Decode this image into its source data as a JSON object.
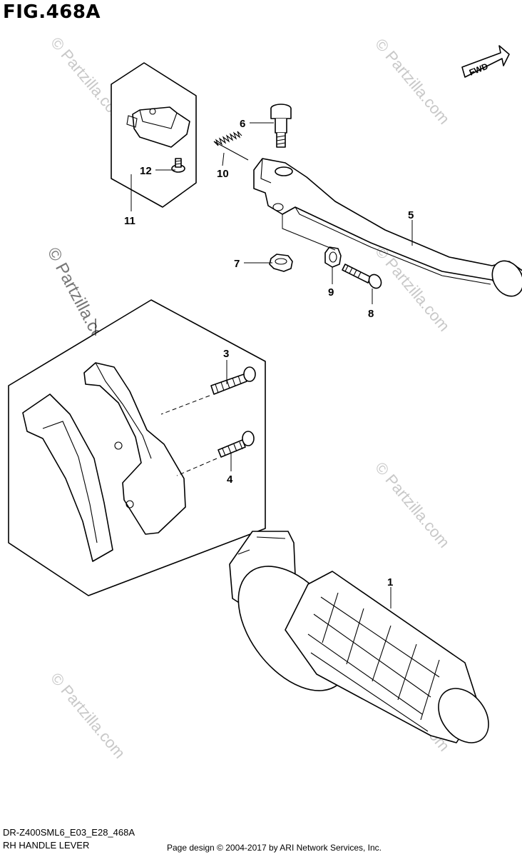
{
  "figure": {
    "title": "FIG.468A",
    "fwd_label": "FWD",
    "model_code": "DR-Z400SML6_E03_E28_468A",
    "diagram_name": "RH HANDLE LEVER",
    "credit": "Page design © 2004-2017 by ARI Network Services, Inc."
  },
  "watermark": {
    "text": "© Partzilla.com",
    "side_text": "© Partzilla.com"
  },
  "callouts": [
    {
      "id": "1",
      "label": "1",
      "part": "grip"
    },
    {
      "id": "3",
      "label": "3",
      "part": "screw-long"
    },
    {
      "id": "4",
      "label": "4",
      "part": "screw-short"
    },
    {
      "id": "5",
      "label": "5",
      "part": "lever"
    },
    {
      "id": "6",
      "label": "6",
      "part": "pivot-bolt"
    },
    {
      "id": "7",
      "label": "7",
      "part": "nut"
    },
    {
      "id": "8",
      "label": "8",
      "part": "adjuster-bolt"
    },
    {
      "id": "9",
      "label": "9",
      "part": "lock-nut"
    },
    {
      "id": "10",
      "label": "10",
      "part": "spring"
    },
    {
      "id": "11",
      "label": "11",
      "part": "switch-assembly"
    },
    {
      "id": "12",
      "label": "12",
      "part": "switch-screw"
    }
  ]
}
